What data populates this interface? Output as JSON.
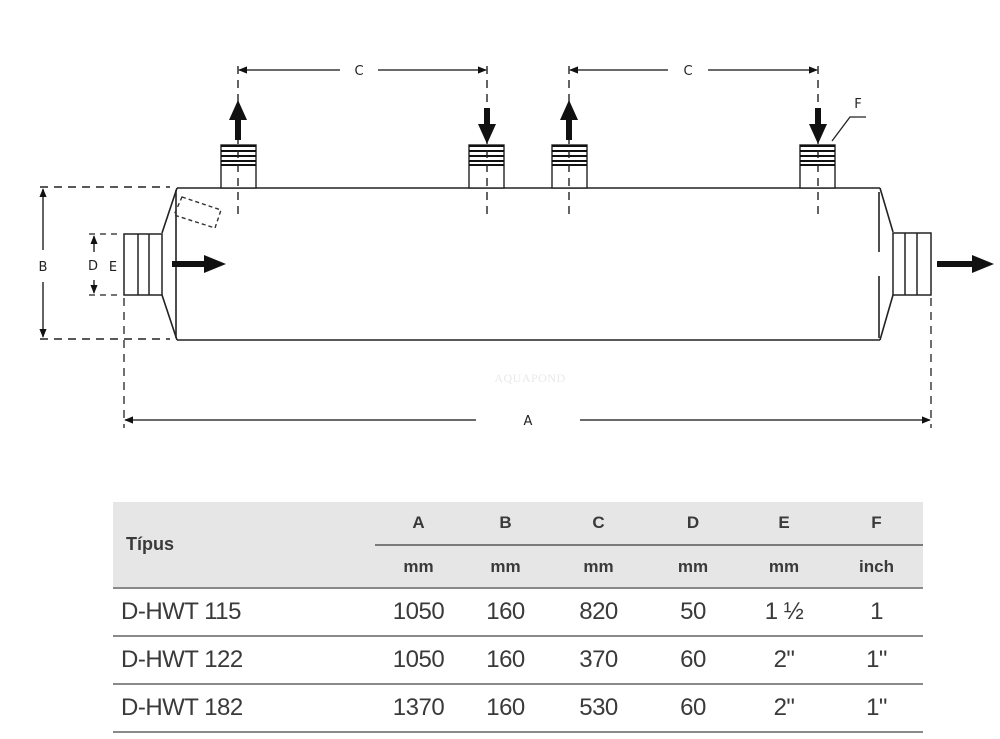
{
  "diagram": {
    "labels": {
      "A": "A",
      "B": "B",
      "C_left": "C",
      "C_right": "C",
      "D": "D",
      "E": "E",
      "F": "F"
    },
    "watermark": "AQUAPOND"
  },
  "table": {
    "type_header": "Típus",
    "columns": [
      {
        "letter": "A",
        "unit": "mm"
      },
      {
        "letter": "B",
        "unit": "mm"
      },
      {
        "letter": "C",
        "unit": "mm"
      },
      {
        "letter": "D",
        "unit": "mm"
      },
      {
        "letter": "E",
        "unit": "mm"
      },
      {
        "letter": "F",
        "unit": "inch"
      }
    ],
    "rows": [
      {
        "model": "D-HWT 115",
        "values": [
          "1050",
          "160",
          "820",
          "50",
          "1 ½",
          "1"
        ]
      },
      {
        "model": "D-HWT 122",
        "values": [
          "1050",
          "160",
          "370",
          "60",
          "2\"",
          "1\""
        ]
      },
      {
        "model": "D-HWT 182",
        "values": [
          "1370",
          "160",
          "530",
          "60",
          "2\"",
          "1\""
        ]
      }
    ]
  }
}
